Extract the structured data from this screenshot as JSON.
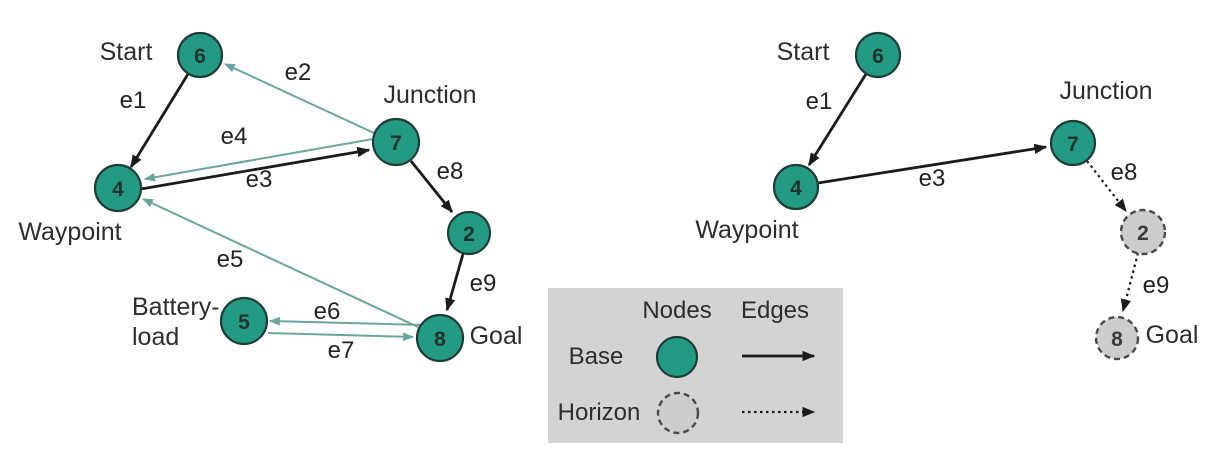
{
  "figure": {
    "left_graph": {
      "nodes": [
        {
          "key": "start",
          "num": "6",
          "label": "Start",
          "type": "base"
        },
        {
          "key": "waypoint",
          "num": "4",
          "label": "Waypoint",
          "type": "base"
        },
        {
          "key": "junction",
          "num": "7",
          "label": "Junction",
          "type": "base"
        },
        {
          "key": "node2",
          "num": "2",
          "label": "",
          "type": "base"
        },
        {
          "key": "battery",
          "num": "5",
          "label_line1": "Battery-",
          "label_line2": "load",
          "type": "base"
        },
        {
          "key": "goal",
          "num": "8",
          "label": "Goal",
          "type": "base"
        }
      ],
      "edges": [
        {
          "label": "e1",
          "from": "6",
          "to": "4",
          "style": "solid-black"
        },
        {
          "label": "e2",
          "from": "7",
          "to": "6",
          "style": "solid-teal"
        },
        {
          "label": "e3",
          "from": "4",
          "to": "7",
          "style": "solid-black"
        },
        {
          "label": "e4",
          "from": "7",
          "to": "4",
          "style": "solid-teal"
        },
        {
          "label": "e5",
          "from": "8",
          "to": "4",
          "style": "solid-teal"
        },
        {
          "label": "e6",
          "from": "8",
          "to": "5",
          "style": "solid-teal"
        },
        {
          "label": "e7",
          "from": "5",
          "to": "8",
          "style": "solid-teal"
        },
        {
          "label": "e8",
          "from": "7",
          "to": "2",
          "style": "solid-black"
        },
        {
          "label": "e9",
          "from": "2",
          "to": "8",
          "style": "solid-black"
        }
      ]
    },
    "right_graph": {
      "nodes": [
        {
          "key": "start",
          "num": "6",
          "label": "Start",
          "type": "base"
        },
        {
          "key": "waypoint",
          "num": "4",
          "label": "Waypoint",
          "type": "base"
        },
        {
          "key": "junction",
          "num": "7",
          "label": "Junction",
          "type": "base"
        },
        {
          "key": "node2",
          "num": "2",
          "label": "",
          "type": "horizon"
        },
        {
          "key": "goal",
          "num": "8",
          "label": "Goal",
          "type": "horizon"
        }
      ],
      "edges": [
        {
          "label": "e1",
          "from": "6",
          "to": "4",
          "style": "solid-black"
        },
        {
          "label": "e3",
          "from": "4",
          "to": "7",
          "style": "solid-black"
        },
        {
          "label": "e8",
          "from": "7",
          "to": "2",
          "style": "dotted-black"
        },
        {
          "label": "e9",
          "from": "2",
          "to": "8",
          "style": "dotted-black"
        }
      ]
    },
    "legend": {
      "header_nodes": "Nodes",
      "header_edges": "Edges",
      "row_base_label": "Base",
      "row_horizon_label": "Horizon"
    },
    "colors": {
      "base_node_fill": "#239a82",
      "base_node_stroke": "#1e3d36",
      "horizon_node_fill": "#cdcdcd",
      "horizon_node_stroke": "#4a4a4a",
      "black_edge": "#1b1b1b",
      "teal_edge": "#6ba69e",
      "legend_background": "#d3d3d3",
      "label_text": "#2d2d2d"
    }
  }
}
